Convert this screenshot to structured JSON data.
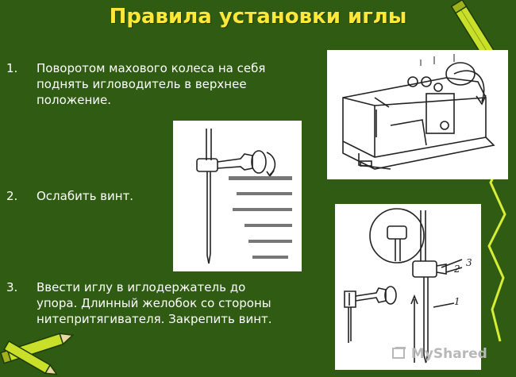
{
  "slide": {
    "title": "Правила установки иглы",
    "steps": [
      {
        "num": "1.",
        "text": "Поворотом махового колеса на себя\nподнять игловодитель в верхнее\nположение."
      },
      {
        "num": "2.",
        "text": "Ослабить винт."
      },
      {
        "num": "3.",
        "text": "Ввести иглу в иглодержатель до\nупора. Длинный желобок со стороны\nнитепритягивателя. Закрепить винт."
      }
    ],
    "diagram_labels": [
      "1",
      "2",
      "3"
    ],
    "watermark": "MyShared"
  },
  "colors": {
    "background": "#2f5c12",
    "title": "#ffe83a",
    "text": "#ffffff",
    "pencil_body": "#c9e02a"
  },
  "icons": [
    "pencil-icon",
    "sewing-machine-illustration",
    "needle-illustration",
    "needle-holder-illustration",
    "myshared-logo-icon"
  ]
}
